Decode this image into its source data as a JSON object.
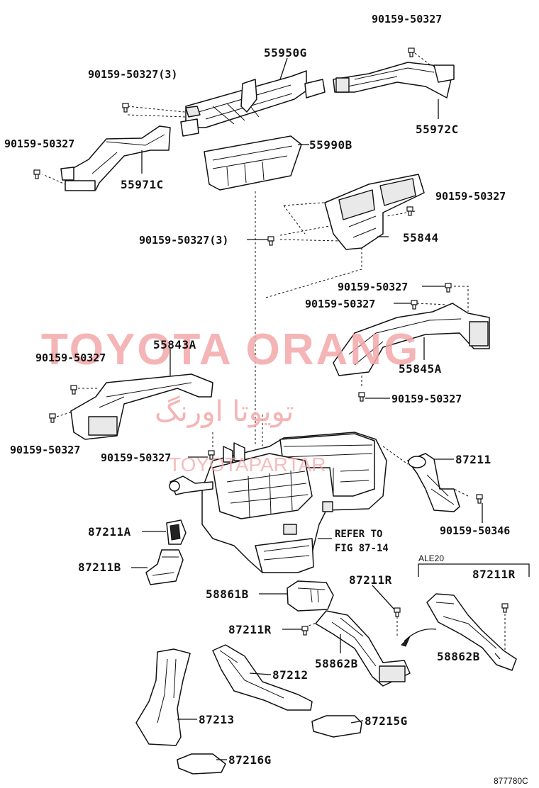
{
  "labels": {
    "b_top_right": "90159-50327",
    "p_55950G": "55950G",
    "b_top_left_3": "90159-50327(3)",
    "b_left_1": "90159-50327",
    "p_55990B": "55990B",
    "p_55972C": "55972C",
    "p_55971C": "55971C",
    "b_right_1": "90159-50327",
    "b_mid_3": "90159-50327(3)",
    "p_55844": "55844",
    "b_right_2": "90159-50327",
    "b_right_3": "90159-50327",
    "p_55843A": "55843A",
    "b_left_2": "90159-50327",
    "p_55845A": "55845A",
    "b_center_1": "90159-50327",
    "b_left_3": "90159-50327",
    "b_center_2": "90159-50327",
    "p_87211": "87211",
    "b_right_4": "90159-50346",
    "p_87211A": "87211A",
    "refer_line1": "REFER TO",
    "refer_line2": "FIG 87-14",
    "p_87211B": "87211B",
    "variant": "ALE20",
    "p_87211R_a": "87211R",
    "p_87211R_b": "87211R",
    "p_58861B": "58861B",
    "p_87211R_c": "87211R",
    "p_58862B_a": "58862B",
    "p_58862B_b": "58862B",
    "p_87212": "87212",
    "p_87213": "87213",
    "p_87215G": "87215G",
    "p_87216G": "87216G",
    "figure_id": "877780C"
  },
  "watermark": {
    "main": "TOYOTA ORANG",
    "arabic": "تويوتا اورنگ",
    "sub": "TOYOTAPARTAR",
    "color": "#f4a7a9"
  },
  "colors": {
    "ink": "#111111",
    "background": "#ffffff"
  }
}
